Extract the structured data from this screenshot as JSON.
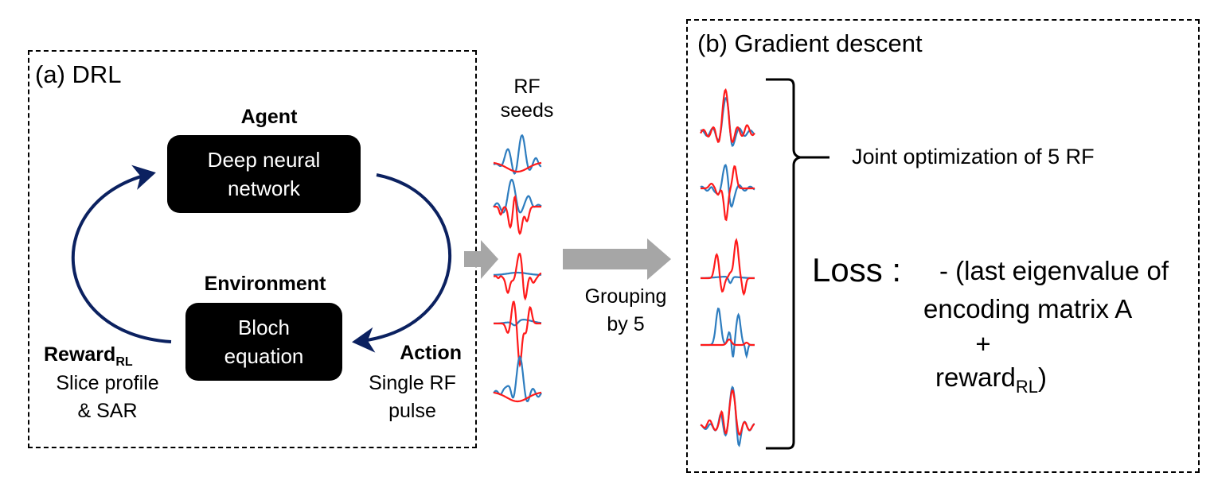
{
  "panel_a": {
    "title": "(a) DRL",
    "agent": {
      "label": "Agent",
      "box_lines": [
        "Deep neural",
        "network"
      ]
    },
    "environment": {
      "label": "Environment",
      "box_lines": [
        "Bloch",
        "equation"
      ]
    },
    "reward": {
      "label": "Reward",
      "label_subscript": "RL",
      "lines": [
        "Slice profile",
        "& SAR"
      ]
    },
    "action": {
      "label": "Action",
      "lines": [
        "Single RF",
        "pulse"
      ]
    }
  },
  "rf_seeds": {
    "title_lines": [
      "RF",
      "seeds"
    ],
    "count": 5
  },
  "grouping": {
    "lines": [
      "Grouping",
      "by 5"
    ]
  },
  "panel_b": {
    "title": "(b) Gradient descent",
    "joint_label": "Joint optimization of 5 RF",
    "loss": {
      "prefix": "Loss :",
      "line1": "- (last eigenvalue of",
      "line2": "encoding matrix A",
      "line3": "+",
      "line4_text": "reward",
      "line4_subscript": "RL",
      "line4_suffix": ")"
    },
    "pulse_count": 5
  },
  "colors": {
    "arc": "#0b2160",
    "grey_arrow": "#a6a6a6",
    "wave_blue": "#2e7dbf",
    "wave_red": "#ff1a1a",
    "box_fill": "#000000",
    "box_text": "#ffffff"
  }
}
